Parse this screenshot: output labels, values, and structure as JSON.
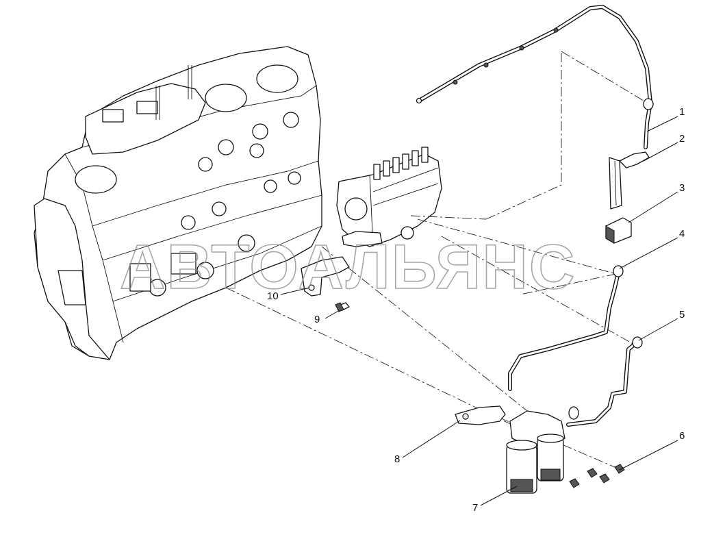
{
  "watermark": "АВТОАЛЬЯНС",
  "callouts": [
    "1",
    "2",
    "3",
    "4",
    "5",
    "6",
    "7",
    "8",
    "9",
    "10"
  ]
}
